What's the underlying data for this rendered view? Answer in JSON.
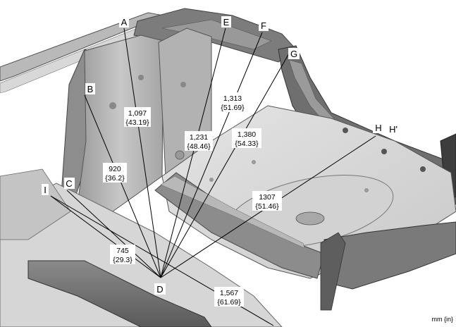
{
  "points": [
    {
      "id": "A",
      "label": "A"
    },
    {
      "id": "B",
      "label": "B"
    },
    {
      "id": "C",
      "label": "C"
    },
    {
      "id": "D",
      "label": "D"
    },
    {
      "id": "E",
      "label": "E"
    },
    {
      "id": "F",
      "label": "F"
    },
    {
      "id": "G",
      "label": "G"
    },
    {
      "id": "H",
      "label": "H"
    },
    {
      "id": "Hp",
      "label": "H'"
    },
    {
      "id": "I",
      "label": "I"
    }
  ],
  "measurements": [
    {
      "id": "AD",
      "mm": "1,097",
      "in": "{43.19}"
    },
    {
      "id": "BD",
      "mm": "920",
      "in": "{36.2}"
    },
    {
      "id": "ED",
      "mm": "1,231",
      "in": "{48.46}"
    },
    {
      "id": "FD",
      "mm": "1,313",
      "in": "{51.69}"
    },
    {
      "id": "GD",
      "mm": "1,380",
      "in": "{54.33}"
    },
    {
      "id": "HD",
      "mm": "1307",
      "in": "{51.46}"
    },
    {
      "id": "CD",
      "mm": "745",
      "in": "{29.3}"
    },
    {
      "id": "ID",
      "mm": "1,567",
      "in": "{61.69}"
    }
  ],
  "unit_note": "mm {in}",
  "colors": {
    "line": "#000000",
    "body_light": "#e6e6e6",
    "body_mid": "#b4b4b4",
    "body_dark": "#6e6e6e"
  }
}
